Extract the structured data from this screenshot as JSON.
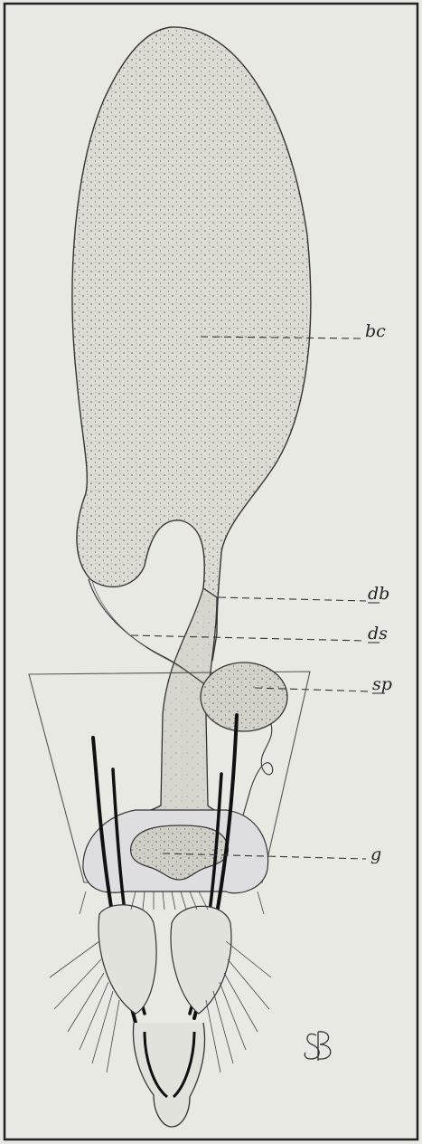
{
  "figure": {
    "labels": {
      "bc": "bc",
      "db": "db",
      "ds": "ds",
      "sp": "sp",
      "g": "g"
    },
    "monogram": "SB"
  }
}
